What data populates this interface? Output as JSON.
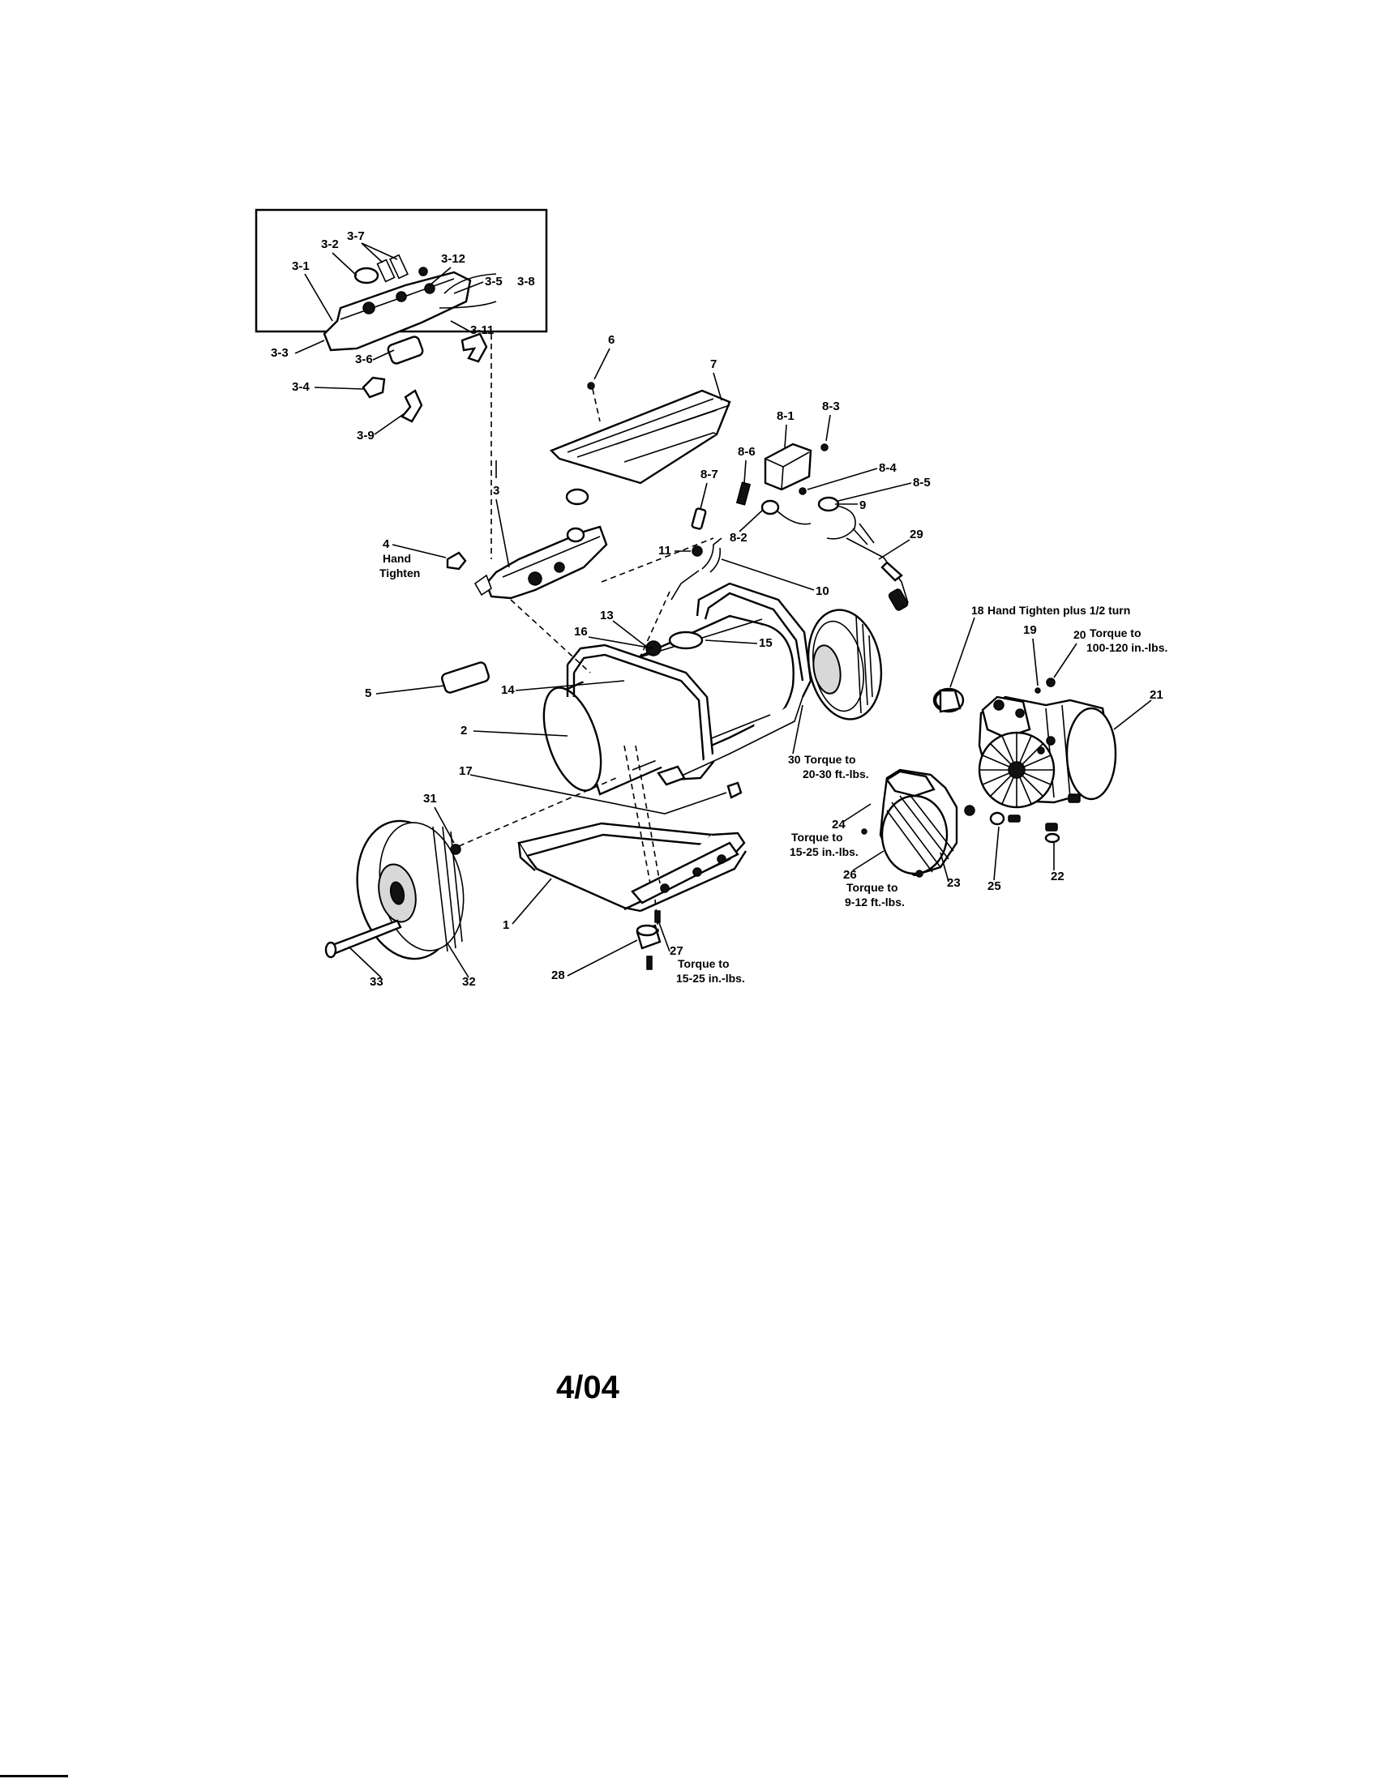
{
  "page_date": "4/04",
  "labels": {
    "l3_1": "3-1",
    "l3_2": "3-2",
    "l3_7": "3-7",
    "l3_12": "3-12",
    "l3_5": "3-5",
    "l3_8": "3-8",
    "l3_11": "3-11",
    "l3_3": "3-3",
    "l3_6": "3-6",
    "l3_4": "3-4",
    "l3_9": "3-9",
    "l6": "6",
    "l7": "7",
    "l8_1": "8-1",
    "l8_3": "8-3",
    "l8_6": "8-6",
    "l8_4": "8-4",
    "l8_5": "8-5",
    "l8_7": "8-7",
    "l9": "9",
    "l8_2": "8-2",
    "l29": "29",
    "l3": "3",
    "l4": "4",
    "l11": "11",
    "l10": "10",
    "l13": "13",
    "l16": "16",
    "l15": "15",
    "l14": "14",
    "l5": "5",
    "l2": "2",
    "l17": "17",
    "l31": "31",
    "l1": "1",
    "l33": "33",
    "l32": "32",
    "l28": "28",
    "l27": "27",
    "l30": "30",
    "l24": "24",
    "l26": "26",
    "l23": "23",
    "l25": "25",
    "l22": "22",
    "l21": "21",
    "l18": "18",
    "l19": "19",
    "l20": "20"
  },
  "notes": {
    "n4_a": "Hand",
    "n4_b": "Tighten",
    "n18": "Hand Tighten plus 1/2 turn",
    "n20_a": "Torque to",
    "n20_b": "100-120 in.-lbs.",
    "n30_a": "Torque to",
    "n30_b": "20-30 ft.-lbs.",
    "n24_a": "Torque to",
    "n24_b": "15-25 in.-lbs.",
    "n26_a": "Torque to",
    "n26_b": "9-12 ft.-lbs.",
    "n27_a": "Torque to",
    "n27_b": "15-25 in.-lbs."
  }
}
